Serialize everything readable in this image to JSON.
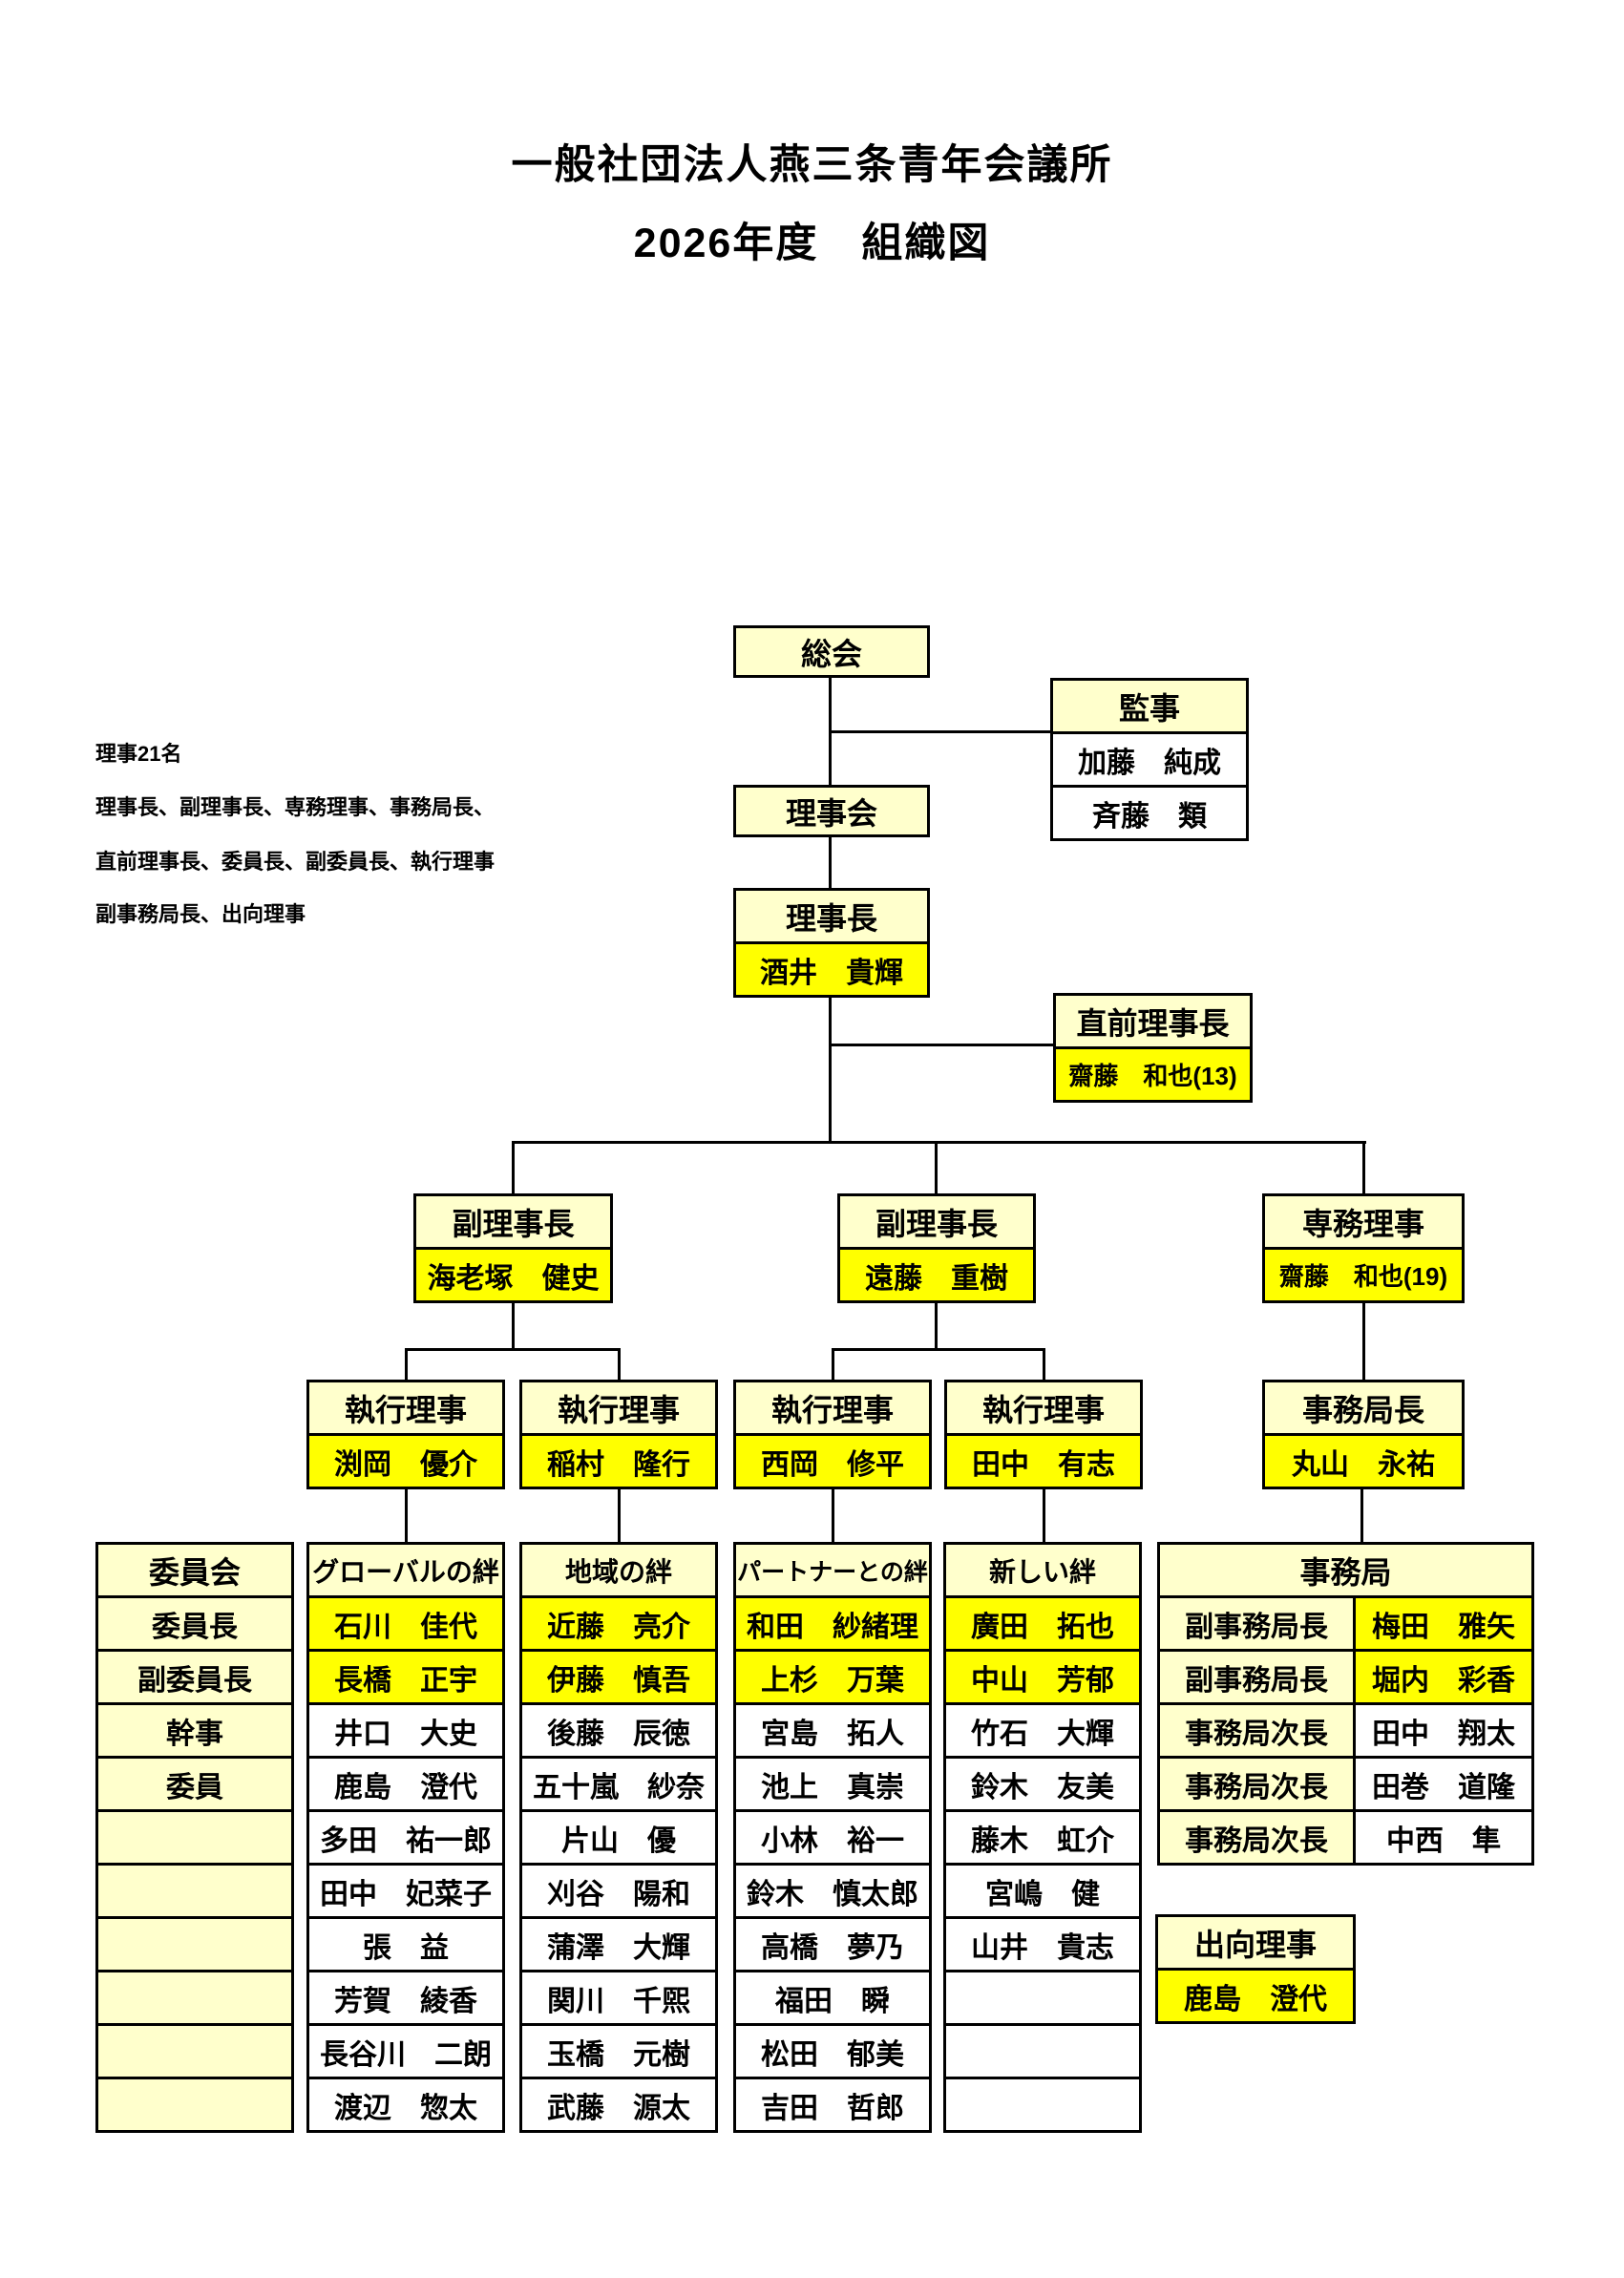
{
  "title": {
    "line1": "一般社団法人燕三条青年会議所",
    "line2": "2026年度　組織図"
  },
  "note": {
    "line1": "理事21名",
    "line2": "理事長、副理事長、専務理事、事務局長、",
    "line3": "直前理事長、委員長、副委員長、執行理事",
    "line4": "副事務局長、出向理事"
  },
  "colors": {
    "cream": "#ffffcc",
    "yellow": "#ffff00",
    "white": "#ffffff",
    "line": "#000000"
  },
  "top": {
    "soukai": "総会",
    "kanji": {
      "title": "監事",
      "members": [
        "加藤　純成",
        "斉藤　類"
      ]
    },
    "rijikai": "理事会",
    "rijicho": {
      "title": "理事長",
      "name": "酒井　貴輝"
    },
    "chokuzen": {
      "title": "直前理事長",
      "name": "齋藤　和也(13)"
    }
  },
  "level2": [
    {
      "title": "副理事長",
      "name": "海老塚　健史"
    },
    {
      "title": "副理事長",
      "name": "遠藤　重樹"
    },
    {
      "title": "専務理事",
      "name": "齋藤　和也(19)"
    }
  ],
  "level3": [
    {
      "title": "執行理事",
      "name": "渕岡　優介"
    },
    {
      "title": "執行理事",
      "name": "稲村　隆行"
    },
    {
      "title": "執行理事",
      "name": "西岡　修平"
    },
    {
      "title": "執行理事",
      "name": "田中　有志"
    },
    {
      "title": "事務局長",
      "name": "丸山　永祐"
    }
  ],
  "row_labels": {
    "header": "委員会",
    "labels": [
      "委員長",
      "副委員長",
      "幹事",
      "委員",
      "",
      "",
      "",
      "",
      "",
      ""
    ]
  },
  "committees": [
    {
      "title": "グローバルの絆",
      "members": [
        "石川　佳代",
        "長橋　正宇",
        "井口　大史",
        "鹿島　澄代",
        "多田　祐一郎",
        "田中　妃菜子",
        "張　益",
        "芳賀　綾香",
        "長谷川　二朗",
        "渡辺　惣太"
      ]
    },
    {
      "title": "地域の絆",
      "members": [
        "近藤　亮介",
        "伊藤　慎吾",
        "後藤　辰徳",
        "五十嵐　紗奈",
        "片山　優",
        "刈谷　陽和",
        "蒲澤　大輝",
        "関川　千煕",
        "玉橋　元樹",
        "武藤　源太"
      ]
    },
    {
      "title": "パートナーとの絆",
      "members": [
        "和田　紗緒理",
        "上杉　万葉",
        "宮島　拓人",
        "池上　真崇",
        "小林　裕一",
        "鈴木　慎太郎",
        "高橋　夢乃",
        "福田　瞬",
        "松田　郁美",
        "吉田　哲郎"
      ]
    },
    {
      "title": "新しい絆",
      "members": [
        "廣田　拓也",
        "中山　芳郁",
        "竹石　大輝",
        "鈴木　友美",
        "藤木　虹介",
        "宮嶋　健",
        "山井　貴志",
        "",
        "",
        ""
      ]
    }
  ],
  "secretariat": {
    "title": "事務局",
    "rows": [
      {
        "role": "副事務局長",
        "name": "梅田　雅矢"
      },
      {
        "role": "副事務局長",
        "name": "堀内　彩香"
      },
      {
        "role": "事務局次長",
        "name": "田中　翔太"
      },
      {
        "role": "事務局次長",
        "name": "田巻　道隆"
      },
      {
        "role": "事務局次長",
        "name": "中西　隼"
      }
    ]
  },
  "shukko": {
    "title": "出向理事",
    "name": "鹿島　澄代"
  }
}
